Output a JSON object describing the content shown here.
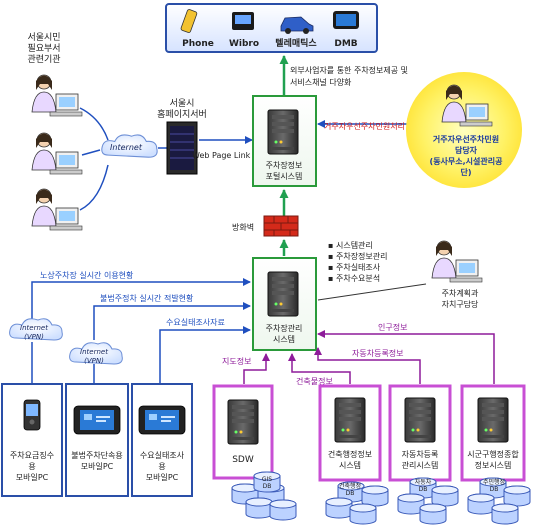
{
  "top_services": {
    "items": [
      {
        "label": "Phone",
        "icon": "phone-icon"
      },
      {
        "label": "Wibro",
        "icon": "wibro-device-icon"
      },
      {
        "label": "텔레매틱스",
        "icon": "car-icon"
      },
      {
        "label": "DMB",
        "icon": "dmb-device-icon"
      }
    ]
  },
  "labels": {
    "external_service": [
      "외부사업자를 통한 주차정보제공 및",
      "서비스채널 다양화"
    ],
    "seoul_departments": [
      "서울시민",
      "필요부서",
      "관련기관"
    ],
    "homepage_server": [
      "서울시",
      "홈페이지서버"
    ],
    "internet": "Internet",
    "web_page_link": "Web Page Link",
    "portal_system": [
      "주차장정보",
      "포털시스템"
    ],
    "resident_complaint": "거주자우선주차민원처리",
    "complaint_officer": [
      "거주자우선주차민원",
      "담당자",
      "(동사무소,시설관리공",
      "단)"
    ],
    "firewall": "방화벽",
    "management_functions": [
      "시스템관리",
      "주차장정보관리",
      "주차실태조사",
      "주차수요분석"
    ],
    "planner": [
      "주차계획과",
      "자치구담당"
    ],
    "management_system": [
      "주차장관리",
      "시스템"
    ],
    "street_parking": "노상주차장 실시간 이용현황",
    "illegal_parking": "불법주정차 실시간 적발현황",
    "demand_survey": "수요실태조사자료",
    "internet_vpn": [
      "Internet",
      "(VPN)"
    ],
    "population_info": "인구정보",
    "vehicle_registration": "자동차등록정보",
    "map_info": "지도정보",
    "building_info": "건축물정보",
    "device1": [
      "주차요금징수",
      "용",
      "모바일PC"
    ],
    "device2": [
      "불법주차단속용",
      "모바일PC"
    ],
    "device3": [
      "수요실태조사",
      "용",
      "모바일PC"
    ],
    "sdw": "SDW",
    "building_admin": [
      "건축행정정보",
      "시스템"
    ],
    "vehicle_mgmt": [
      "자동차등록",
      "관리시스템"
    ],
    "district_admin": [
      "시군구행정종합",
      "정보시스템"
    ],
    "gis_db": [
      "GIS",
      "DB"
    ],
    "building_db": [
      "건축행정",
      "DB"
    ],
    "vehicle_db": [
      "자동차",
      "DB"
    ],
    "resident_db": [
      "주민행정",
      "DB"
    ]
  },
  "colors": {
    "blue_arrow": "#1f4fbf",
    "purple_arrow": "#8e1c9a",
    "green_arrow": "#20a050",
    "server_box_border": "#2a9a3a",
    "purple_box": "#c84fd4",
    "blue_box": "#2a4fa8"
  }
}
